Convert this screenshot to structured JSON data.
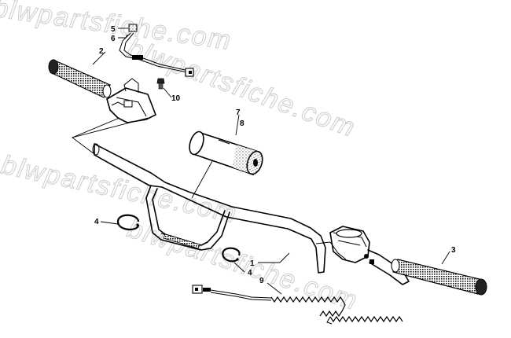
{
  "watermark": {
    "text": "blwpartsfiche.com"
  },
  "callouts": [
    {
      "id": "c1",
      "label": "1",
      "part": "handlebar"
    },
    {
      "id": "c2",
      "label": "2",
      "part": "left-grip"
    },
    {
      "id": "c3",
      "label": "3",
      "part": "right-grip"
    },
    {
      "id": "c4a",
      "label": "4",
      "part": "left-clamp-ring"
    },
    {
      "id": "c4b",
      "label": "4",
      "part": "right-clamp-ring"
    },
    {
      "id": "c5",
      "label": "5",
      "part": "switch-cap"
    },
    {
      "id": "c6",
      "label": "6",
      "part": "switch-harness"
    },
    {
      "id": "c7",
      "label": "7",
      "part": "handlebar-pad"
    },
    {
      "id": "c8",
      "label": "8",
      "part": "handlebar-pad"
    },
    {
      "id": "c9",
      "label": "9",
      "part": "grip-heater-harness"
    },
    {
      "id": "c10",
      "label": "10",
      "part": "screw"
    }
  ]
}
